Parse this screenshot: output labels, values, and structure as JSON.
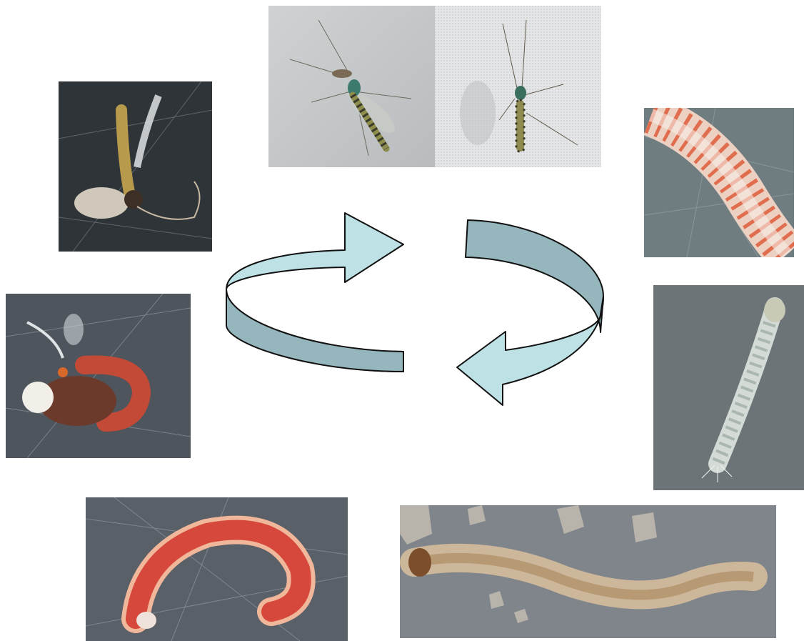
{
  "diagram": {
    "stages": [
      {
        "id": "adult-male",
        "icon": "adult-male-midge-photo"
      },
      {
        "id": "adult-female",
        "icon": "adult-female-midge-photo"
      },
      {
        "id": "egg-mass",
        "icon": "egg-mass-photo"
      },
      {
        "id": "first-instar-larva",
        "icon": "first-instar-larva-photo"
      },
      {
        "id": "early-larva",
        "icon": "early-larva-photo"
      },
      {
        "id": "late-larva",
        "icon": "late-red-larva-photo"
      },
      {
        "id": "pupa",
        "icon": "pupa-photo"
      },
      {
        "id": "emerging-adult",
        "icon": "emerging-adult-photo"
      }
    ],
    "cycle_arrows": {
      "front_color": "#bde1e5",
      "back_color": "#95b6bc",
      "outline_color": "#111111"
    },
    "colors": {
      "larva_red": "#d6483c",
      "dark_background": "#5a6068",
      "light_background": "#d6d8da"
    }
  }
}
